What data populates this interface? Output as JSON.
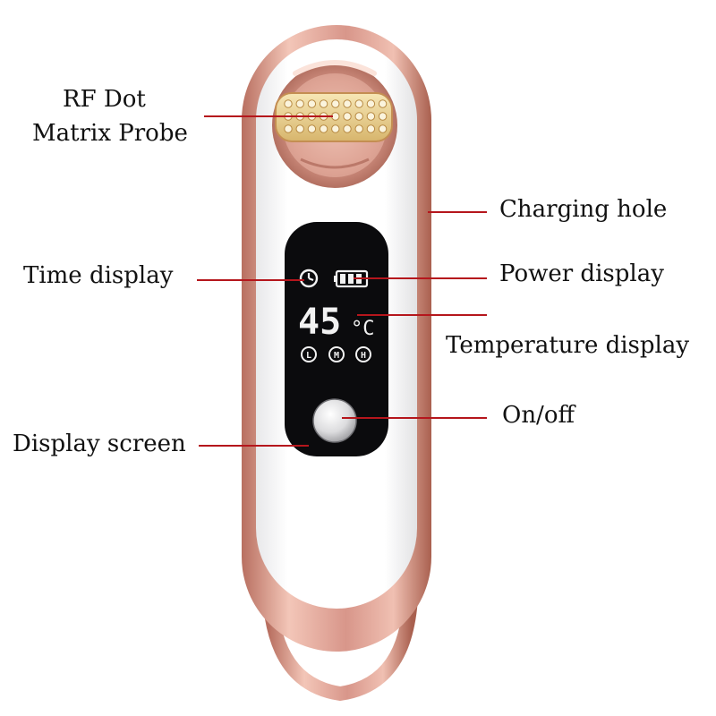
{
  "labels": {
    "probe_line1": "RF Dot",
    "probe_line2": "Matrix Probe",
    "time_display": "Time display",
    "display_screen": "Display screen",
    "charging_hole": "Charging hole",
    "power_display": "Power display",
    "temperature_display": "Temperature display",
    "on_off": "On/off"
  },
  "screen": {
    "temperature": "45",
    "unit": "°C",
    "mode_low": "L",
    "mode_medium": "M",
    "mode_high": "H"
  },
  "colors": {
    "rose_gold": "#d89a8a",
    "rose_gold_dark": "#b86f60",
    "leader_line": "#b5161c",
    "screen": "#0b0b0d",
    "lcd": "#f2f2f2",
    "body": "#ffffff"
  },
  "icons": {
    "clock": "clock-icon",
    "battery": "battery-icon",
    "power_button": "power-button"
  }
}
